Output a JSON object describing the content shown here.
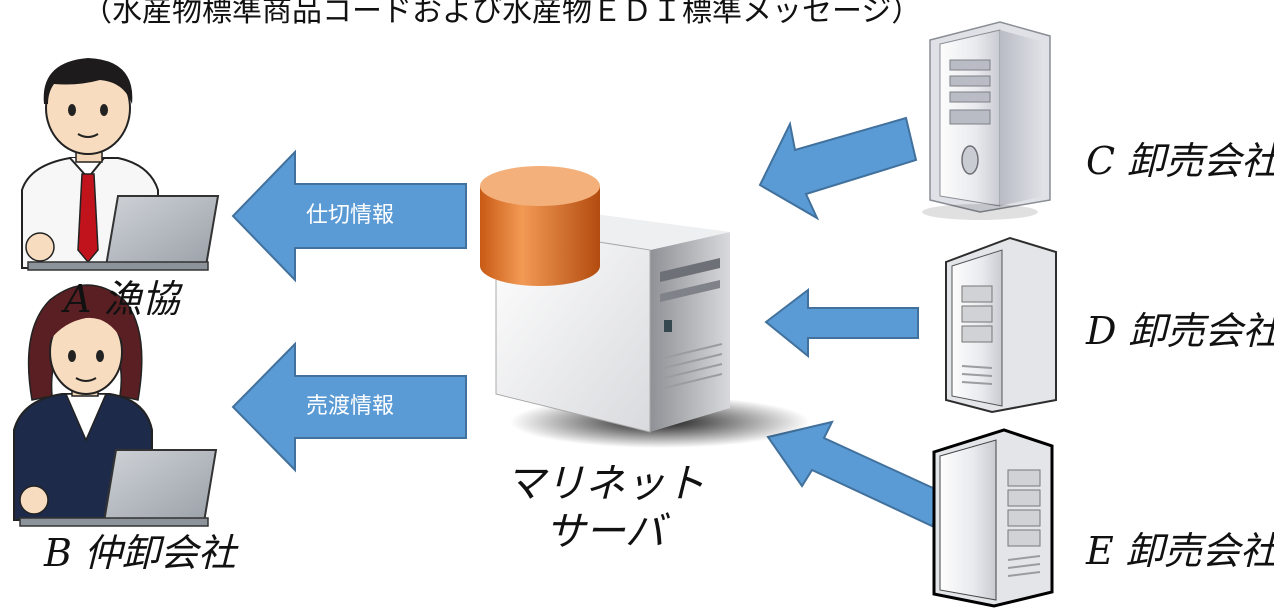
{
  "header_note": "（水産物標準商品コードおよび水産物ＥＤＩ標準メッセージ）",
  "arrows": {
    "shikiri": "仕切情報",
    "uriwatashi": "売渡情報"
  },
  "parties": {
    "a_label": "A 漁協",
    "b_label": "B 仲卸会社",
    "c_label": "C 卸売会社",
    "d_label": "D 卸売会社",
    "e_label": "E 卸売会社"
  },
  "server": {
    "line1": "マリネット",
    "line2": "サーバ"
  },
  "colors": {
    "arrow_fill": "#5b9bd5",
    "arrow_stroke": "#41719c",
    "db_orange": "#e8762b",
    "tie_red": "#c0131b",
    "vest_navy": "#1e2a4a"
  }
}
